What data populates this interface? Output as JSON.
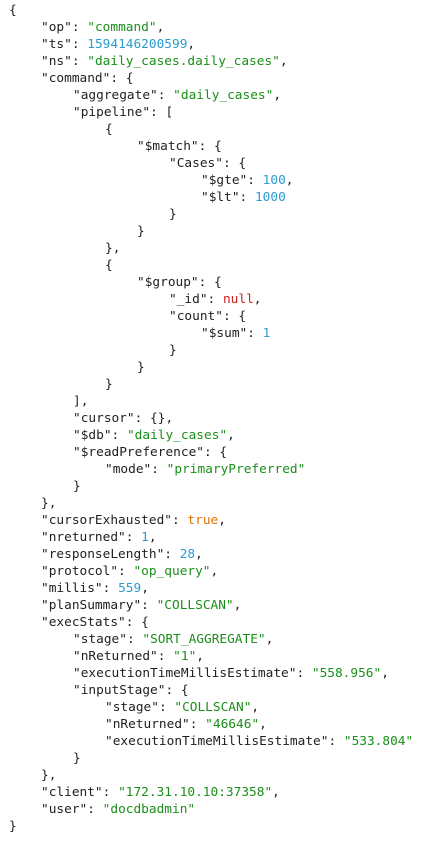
{
  "theme": {
    "key_color": "#1f1f1f",
    "string_color": "#1a8f1a",
    "number_color": "#2a9bd0",
    "boolean_color": "#e07400",
    "null_color": "#cc2222",
    "background": "#ffffff"
  },
  "lines": [
    {
      "indent": 0,
      "tokens": [
        {
          "t": "p",
          "v": "{"
        }
      ]
    },
    {
      "indent": 1,
      "tokens": [
        {
          "t": "k",
          "v": "\"op\""
        },
        {
          "t": "p",
          "v": ": "
        },
        {
          "t": "s",
          "v": "\"command\""
        },
        {
          "t": "p",
          "v": ","
        }
      ]
    },
    {
      "indent": 1,
      "tokens": [
        {
          "t": "k",
          "v": "\"ts\""
        },
        {
          "t": "p",
          "v": ": "
        },
        {
          "t": "n",
          "v": "1594146200599"
        },
        {
          "t": "p",
          "v": ","
        }
      ]
    },
    {
      "indent": 1,
      "tokens": [
        {
          "t": "k",
          "v": "\"ns\""
        },
        {
          "t": "p",
          "v": ": "
        },
        {
          "t": "s",
          "v": "\"daily_cases.daily_cases\""
        },
        {
          "t": "p",
          "v": ","
        }
      ]
    },
    {
      "indent": 1,
      "tokens": [
        {
          "t": "k",
          "v": "\"command\""
        },
        {
          "t": "p",
          "v": ": {"
        }
      ]
    },
    {
      "indent": 2,
      "tokens": [
        {
          "t": "k",
          "v": "\"aggregate\""
        },
        {
          "t": "p",
          "v": ": "
        },
        {
          "t": "s",
          "v": "\"daily_cases\""
        },
        {
          "t": "p",
          "v": ","
        }
      ]
    },
    {
      "indent": 2,
      "tokens": [
        {
          "t": "k",
          "v": "\"pipeline\""
        },
        {
          "t": "p",
          "v": ": ["
        }
      ]
    },
    {
      "indent": 3,
      "tokens": [
        {
          "t": "p",
          "v": "{"
        }
      ]
    },
    {
      "indent": 4,
      "tokens": [
        {
          "t": "k",
          "v": "\"$match\""
        },
        {
          "t": "p",
          "v": ": {"
        }
      ]
    },
    {
      "indent": 5,
      "tokens": [
        {
          "t": "k",
          "v": "\"Cases\""
        },
        {
          "t": "p",
          "v": ": {"
        }
      ]
    },
    {
      "indent": 6,
      "tokens": [
        {
          "t": "k",
          "v": "\"$gte\""
        },
        {
          "t": "p",
          "v": ": "
        },
        {
          "t": "n",
          "v": "100"
        },
        {
          "t": "p",
          "v": ","
        }
      ]
    },
    {
      "indent": 6,
      "tokens": [
        {
          "t": "k",
          "v": "\"$lt\""
        },
        {
          "t": "p",
          "v": ": "
        },
        {
          "t": "n",
          "v": "1000"
        }
      ]
    },
    {
      "indent": 5,
      "tokens": [
        {
          "t": "p",
          "v": "}"
        }
      ]
    },
    {
      "indent": 4,
      "tokens": [
        {
          "t": "p",
          "v": "}"
        }
      ]
    },
    {
      "indent": 3,
      "tokens": [
        {
          "t": "p",
          "v": "},"
        }
      ]
    },
    {
      "indent": 3,
      "tokens": [
        {
          "t": "p",
          "v": "{"
        }
      ]
    },
    {
      "indent": 4,
      "tokens": [
        {
          "t": "k",
          "v": "\"$group\""
        },
        {
          "t": "p",
          "v": ": {"
        }
      ]
    },
    {
      "indent": 5,
      "tokens": [
        {
          "t": "k",
          "v": "\"_id\""
        },
        {
          "t": "p",
          "v": ": "
        },
        {
          "t": "z",
          "v": "null"
        },
        {
          "t": "p",
          "v": ","
        }
      ]
    },
    {
      "indent": 5,
      "tokens": [
        {
          "t": "k",
          "v": "\"count\""
        },
        {
          "t": "p",
          "v": ": {"
        }
      ]
    },
    {
      "indent": 6,
      "tokens": [
        {
          "t": "k",
          "v": "\"$sum\""
        },
        {
          "t": "p",
          "v": ": "
        },
        {
          "t": "n",
          "v": "1"
        }
      ]
    },
    {
      "indent": 5,
      "tokens": [
        {
          "t": "p",
          "v": "}"
        }
      ]
    },
    {
      "indent": 4,
      "tokens": [
        {
          "t": "p",
          "v": "}"
        }
      ]
    },
    {
      "indent": 3,
      "tokens": [
        {
          "t": "p",
          "v": "}"
        }
      ]
    },
    {
      "indent": 2,
      "tokens": [
        {
          "t": "p",
          "v": "],"
        }
      ]
    },
    {
      "indent": 2,
      "tokens": [
        {
          "t": "k",
          "v": "\"cursor\""
        },
        {
          "t": "p",
          "v": ": {},"
        }
      ]
    },
    {
      "indent": 2,
      "tokens": [
        {
          "t": "k",
          "v": "\"$db\""
        },
        {
          "t": "p",
          "v": ": "
        },
        {
          "t": "s",
          "v": "\"daily_cases\""
        },
        {
          "t": "p",
          "v": ","
        }
      ]
    },
    {
      "indent": 2,
      "tokens": [
        {
          "t": "k",
          "v": "\"$readPreference\""
        },
        {
          "t": "p",
          "v": ": {"
        }
      ]
    },
    {
      "indent": 3,
      "tokens": [
        {
          "t": "k",
          "v": "\"mode\""
        },
        {
          "t": "p",
          "v": ": "
        },
        {
          "t": "s",
          "v": "\"primaryPreferred\""
        }
      ]
    },
    {
      "indent": 2,
      "tokens": [
        {
          "t": "p",
          "v": "}"
        }
      ]
    },
    {
      "indent": 1,
      "tokens": [
        {
          "t": "p",
          "v": "},"
        }
      ]
    },
    {
      "indent": 1,
      "tokens": [
        {
          "t": "k",
          "v": "\"cursorExhausted\""
        },
        {
          "t": "p",
          "v": ": "
        },
        {
          "t": "b",
          "v": "true"
        },
        {
          "t": "p",
          "v": ","
        }
      ]
    },
    {
      "indent": 1,
      "tokens": [
        {
          "t": "k",
          "v": "\"nreturned\""
        },
        {
          "t": "p",
          "v": ": "
        },
        {
          "t": "n",
          "v": "1"
        },
        {
          "t": "p",
          "v": ","
        }
      ]
    },
    {
      "indent": 1,
      "tokens": [
        {
          "t": "k",
          "v": "\"responseLength\""
        },
        {
          "t": "p",
          "v": ": "
        },
        {
          "t": "n",
          "v": "28"
        },
        {
          "t": "p",
          "v": ","
        }
      ]
    },
    {
      "indent": 1,
      "tokens": [
        {
          "t": "k",
          "v": "\"protocol\""
        },
        {
          "t": "p",
          "v": ": "
        },
        {
          "t": "s",
          "v": "\"op_query\""
        },
        {
          "t": "p",
          "v": ","
        }
      ]
    },
    {
      "indent": 1,
      "tokens": [
        {
          "t": "k",
          "v": "\"millis\""
        },
        {
          "t": "p",
          "v": ": "
        },
        {
          "t": "n",
          "v": "559"
        },
        {
          "t": "p",
          "v": ","
        }
      ]
    },
    {
      "indent": 1,
      "tokens": [
        {
          "t": "k",
          "v": "\"planSummary\""
        },
        {
          "t": "p",
          "v": ": "
        },
        {
          "t": "s",
          "v": "\"COLLSCAN\""
        },
        {
          "t": "p",
          "v": ","
        }
      ]
    },
    {
      "indent": 1,
      "tokens": [
        {
          "t": "k",
          "v": "\"execStats\""
        },
        {
          "t": "p",
          "v": ": {"
        }
      ]
    },
    {
      "indent": 2,
      "tokens": [
        {
          "t": "k",
          "v": "\"stage\""
        },
        {
          "t": "p",
          "v": ": "
        },
        {
          "t": "s",
          "v": "\"SORT_AGGREGATE\""
        },
        {
          "t": "p",
          "v": ","
        }
      ]
    },
    {
      "indent": 2,
      "tokens": [
        {
          "t": "k",
          "v": "\"nReturned\""
        },
        {
          "t": "p",
          "v": ": "
        },
        {
          "t": "s",
          "v": "\"1\""
        },
        {
          "t": "p",
          "v": ","
        }
      ]
    },
    {
      "indent": 2,
      "tokens": [
        {
          "t": "k",
          "v": "\"executionTimeMillisEstimate\""
        },
        {
          "t": "p",
          "v": ": "
        },
        {
          "t": "s",
          "v": "\"558.956\""
        },
        {
          "t": "p",
          "v": ","
        }
      ]
    },
    {
      "indent": 2,
      "tokens": [
        {
          "t": "k",
          "v": "\"inputStage\""
        },
        {
          "t": "p",
          "v": ": {"
        }
      ]
    },
    {
      "indent": 3,
      "tokens": [
        {
          "t": "k",
          "v": "\"stage\""
        },
        {
          "t": "p",
          "v": ": "
        },
        {
          "t": "s",
          "v": "\"COLLSCAN\""
        },
        {
          "t": "p",
          "v": ","
        }
      ]
    },
    {
      "indent": 3,
      "tokens": [
        {
          "t": "k",
          "v": "\"nReturned\""
        },
        {
          "t": "p",
          "v": ": "
        },
        {
          "t": "s",
          "v": "\"46646\""
        },
        {
          "t": "p",
          "v": ","
        }
      ]
    },
    {
      "indent": 3,
      "tokens": [
        {
          "t": "k",
          "v": "\"executionTimeMillisEstimate\""
        },
        {
          "t": "p",
          "v": ": "
        },
        {
          "t": "s",
          "v": "\"533.804\""
        }
      ]
    },
    {
      "indent": 2,
      "tokens": [
        {
          "t": "p",
          "v": "}"
        }
      ]
    },
    {
      "indent": 1,
      "tokens": [
        {
          "t": "p",
          "v": "},"
        }
      ]
    },
    {
      "indent": 1,
      "tokens": [
        {
          "t": "k",
          "v": "\"client\""
        },
        {
          "t": "p",
          "v": ": "
        },
        {
          "t": "s",
          "v": "\"172.31.10.10:37358\""
        },
        {
          "t": "p",
          "v": ","
        }
      ]
    },
    {
      "indent": 1,
      "tokens": [
        {
          "t": "k",
          "v": "\"user\""
        },
        {
          "t": "p",
          "v": ": "
        },
        {
          "t": "s",
          "v": "\"docdbadmin\""
        }
      ]
    },
    {
      "indent": 0,
      "tokens": [
        {
          "t": "p",
          "v": "}"
        }
      ]
    }
  ]
}
